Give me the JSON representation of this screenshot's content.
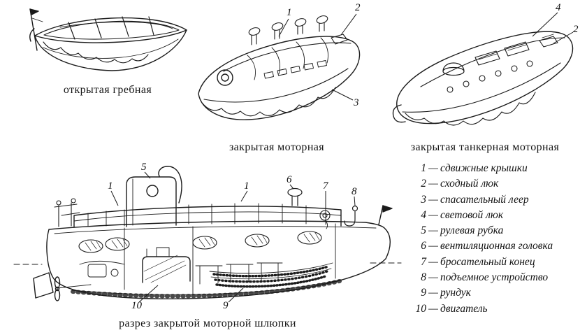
{
  "figures": {
    "open_rowing": {
      "caption": "открытая гребная"
    },
    "closed_motor": {
      "caption": "закрытая моторная",
      "callouts": [
        "1",
        "2",
        "3"
      ]
    },
    "tanker_motor": {
      "caption": "закрытая танкерная моторная",
      "callouts": [
        "4",
        "2"
      ]
    },
    "section": {
      "caption": "разрез закрытой моторной шлюпки",
      "callouts": [
        "5",
        "1",
        "1",
        "6",
        "7",
        "8",
        "10",
        "9"
      ]
    }
  },
  "legend": {
    "separator": "—",
    "items": [
      {
        "num": "1",
        "label": "сдвижные крышки"
      },
      {
        "num": "2",
        "label": "сходный люк"
      },
      {
        "num": "3",
        "label": "спасательный леер"
      },
      {
        "num": "4",
        "label": "световой люк"
      },
      {
        "num": "5",
        "label": "рулевая рубка"
      },
      {
        "num": "6",
        "label": "вентиляционная головка"
      },
      {
        "num": "7",
        "label": "бросательный конец"
      },
      {
        "num": "8",
        "label": "подъемное устройство"
      },
      {
        "num": "9",
        "label": "рундук"
      },
      {
        "num": "10",
        "label": "двигатель"
      }
    ]
  },
  "colors": {
    "ink": "#1b1b1b",
    "paper": "#ffffff"
  }
}
